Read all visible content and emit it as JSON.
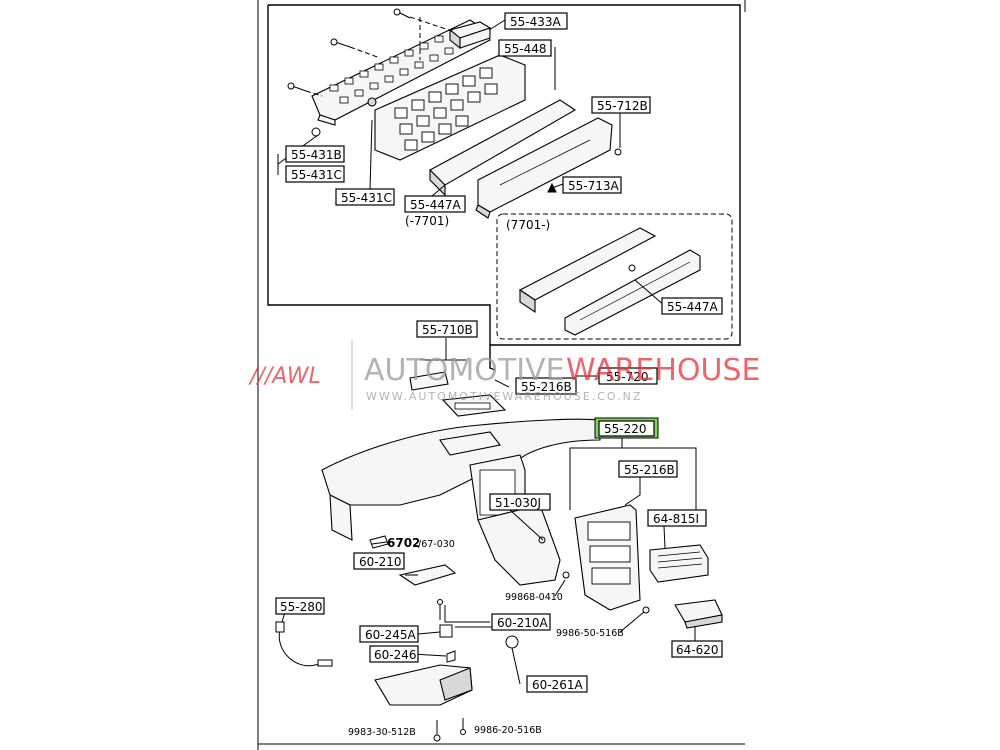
{
  "watermark": {
    "brand_short": "///AWL",
    "brand_word1": "AUTOMOTIVE",
    "brand_word2": "WAREHOUSE",
    "url": "WWW.AUTOMOTIVEWAREHOUSE.CO.NZ",
    "colors": {
      "red": "#e8323c",
      "grey": "#9a9a9a"
    }
  },
  "highlight_color": "#7ed957",
  "labels": {
    "p55_433A": "55-433A",
    "p55_448": "55-448",
    "p55_712B": "55-712B",
    "p55_431B": "55-431B",
    "p55_431C_a": "55-431C",
    "p55_431C_b": "55-431C",
    "p55_713A": "55-713A",
    "p55_447A_top": "55-447A",
    "note_7701_upto": "(-7701)",
    "note_7701_from": "(7701-)",
    "p55_447A_inset": "55-447A",
    "p55_710B": "55-710B",
    "p55_216B_a": "55-216B",
    "p55_720": "55-720",
    "p55_220": "55-220",
    "p55_216B_b": "55-216B",
    "p51_030J": "51-030J",
    "p64_815I": "64-815I",
    "p6702_bold": "6702",
    "p6702_rest": "/67-030",
    "p60_210": "60-210",
    "p99868_0410": "99868-0410",
    "p55_280": "55-280",
    "p60_210A": "60-210A",
    "p60_245A": "60-245A",
    "p60_246": "60-246",
    "p9986_50_516B": "9986-50-516B",
    "p64_620": "64-620",
    "p60_261A": "60-261A",
    "p9983_30_512B": "9983-30-512B",
    "p9986_20_516B": "9986-20-516B"
  }
}
